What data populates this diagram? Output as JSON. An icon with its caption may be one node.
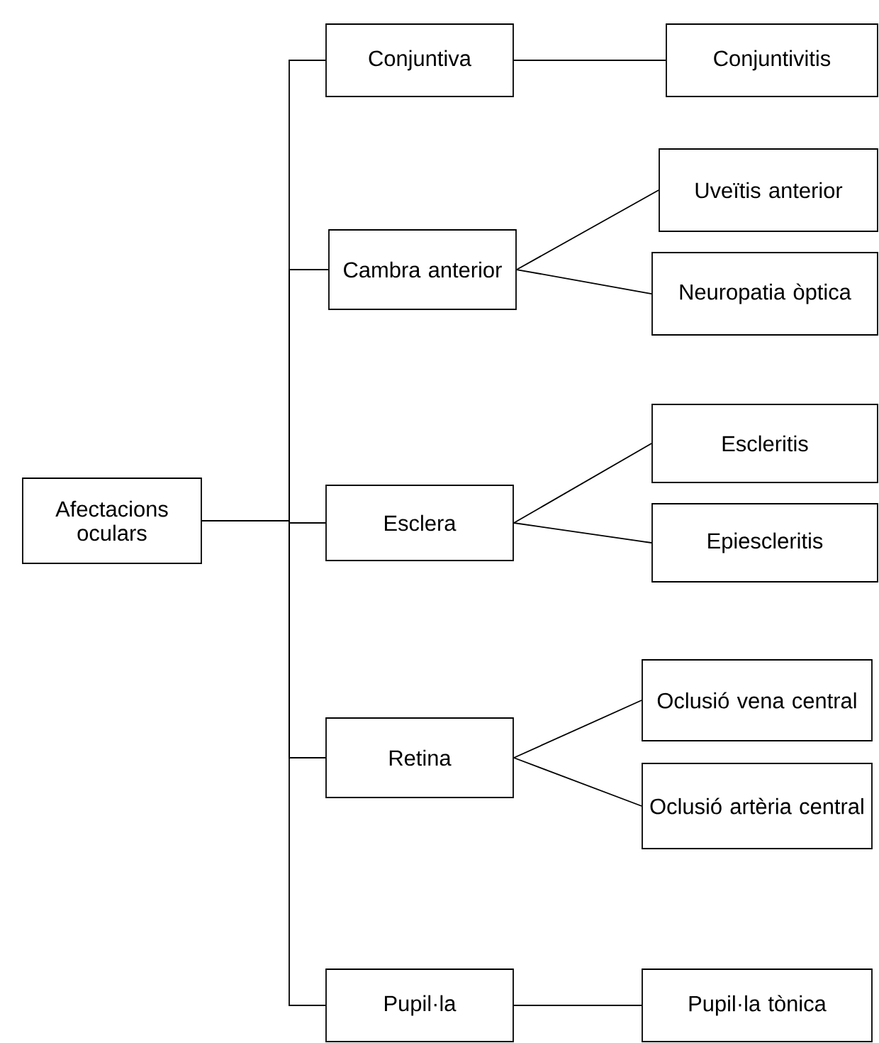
{
  "diagram": {
    "nodes": [
      {
        "text": [
          "Afectacions oculars"
        ]
      },
      {
        "text": [
          "Conjuntiva"
        ]
      },
      {
        "text": [
          "Conjuntivitis"
        ]
      },
      {
        "text": [
          "Cambra anterior"
        ]
      },
      {
        "text": [
          "Uveïtis anterior"
        ]
      },
      {
        "text": [
          "Neuropatia òptica"
        ]
      },
      {
        "text": [
          "Esclera"
        ]
      },
      {
        "text": [
          "Escleritis"
        ]
      },
      {
        "text": [
          "Epiescleritis"
        ]
      },
      {
        "text": [
          "Retina"
        ]
      },
      {
        "text": [
          "Oclusió vena central"
        ]
      },
      {
        "text": [
          "Oclusió artèria central"
        ]
      },
      {
        "text": [
          "Pupil·la"
        ]
      },
      {
        "text": [
          "Pupil·la tònica"
        ]
      }
    ],
    "edges": [
      {
        "from": 0,
        "to": 1,
        "arrow": "none"
      },
      {
        "from": 0,
        "to": 3,
        "arrow": "none"
      },
      {
        "from": 0,
        "to": 6,
        "arrow": "none"
      },
      {
        "from": 0,
        "to": 9,
        "arrow": "none"
      },
      {
        "from": 0,
        "to": 12,
        "arrow": "none"
      },
      {
        "from": 1,
        "to": 2,
        "arrow": "none"
      },
      {
        "from": 3,
        "to": 4,
        "arrow": "none"
      },
      {
        "from": 3,
        "to": 5,
        "arrow": "none"
      },
      {
        "from": 6,
        "to": 7,
        "arrow": "none"
      },
      {
        "from": 6,
        "to": 8,
        "arrow": "none"
      },
      {
        "from": 9,
        "to": 10,
        "arrow": "none"
      },
      {
        "from": 9,
        "to": 11,
        "arrow": "none"
      },
      {
        "from": 12,
        "to": 13,
        "arrow": "none"
      }
    ]
  }
}
